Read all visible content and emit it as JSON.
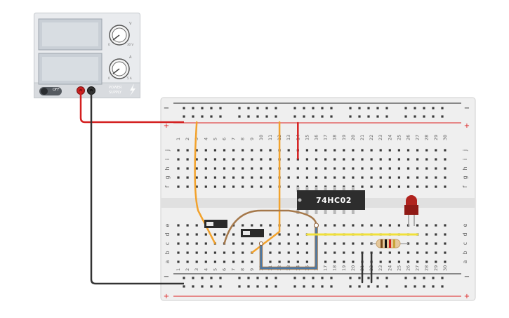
{
  "power_supply": {
    "voltage_range_label": "0 - 30 V",
    "current_range_label": "0 - 5 A",
    "voltage_unit": "V",
    "current_unit": "A",
    "knob_scale_min": "0",
    "voltage_scale_max": "30 V",
    "current_scale_max": "5 A",
    "switch_label": "OFF",
    "brand_line1": "POWER",
    "brand_line2": "SUPPLY",
    "bolt_icon": "lightning-bolt-icon"
  },
  "breadboard": {
    "columns": [
      "1",
      "2",
      "3",
      "4",
      "5",
      "6",
      "7",
      "8",
      "9",
      "10",
      "11",
      "12",
      "13",
      "14",
      "15",
      "16",
      "17",
      "18",
      "19",
      "20",
      "21",
      "22",
      "23",
      "24",
      "25",
      "26",
      "27",
      "28",
      "29",
      "30"
    ],
    "top_row_letters": [
      "j",
      "i",
      "h",
      "g",
      "f"
    ],
    "bottom_row_letters": [
      "e",
      "d",
      "c",
      "b",
      "a"
    ],
    "rail_minus": "−",
    "rail_plus": "+"
  },
  "chip": {
    "label": "74HC02"
  },
  "components": {
    "led_color": "#b0231e",
    "resistor_bands": [
      "#7a4a1a",
      "#111111",
      "#d02020",
      "#c9a33a"
    ]
  },
  "wire_colors": {
    "red": "#d42020",
    "black": "#333333",
    "orange": "#f2a22c",
    "brown": "#a5784a",
    "blue": "#4a78a6",
    "yellow": "#f0e03a"
  }
}
